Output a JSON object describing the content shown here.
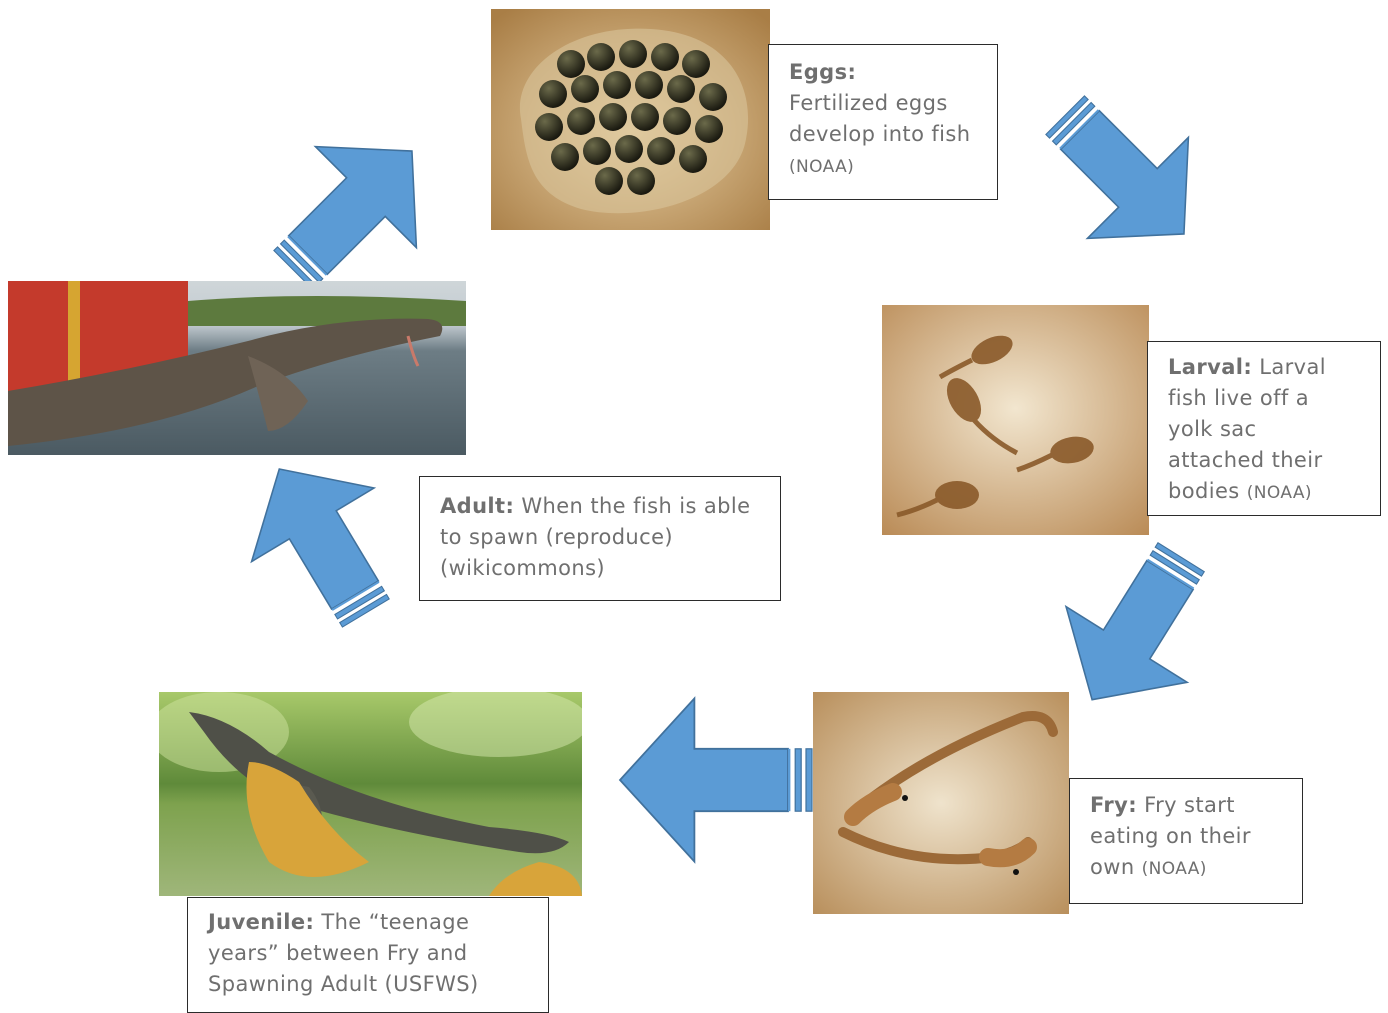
{
  "stages": {
    "eggs": {
      "title": "Eggs:",
      "text": "Fertilized eggs develop into fish",
      "source": "(NOAA)"
    },
    "larval": {
      "title": "Larval:",
      "text": "Larval fish live off a yolk sac attached  their bodies",
      "source": "(NOAA)"
    },
    "fry": {
      "title": "Fry:",
      "text": "Fry start eating on their own",
      "source": "(NOAA)"
    },
    "juvenile": {
      "title": "Juvenile:",
      "text": "The “teenage years” between Fry and Spawning Adult (USFWS)"
    },
    "adult": {
      "title": "Adult:",
      "text": "When the fish is able to spawn (reproduce) (wikicommons)"
    }
  },
  "colors": {
    "arrow_fill": "#5b9bd5",
    "arrow_stroke": "#41719c",
    "caption_border": "#2b2b2b",
    "text": "#6f6f6f"
  },
  "icons": [
    "striped-block-arrow"
  ]
}
